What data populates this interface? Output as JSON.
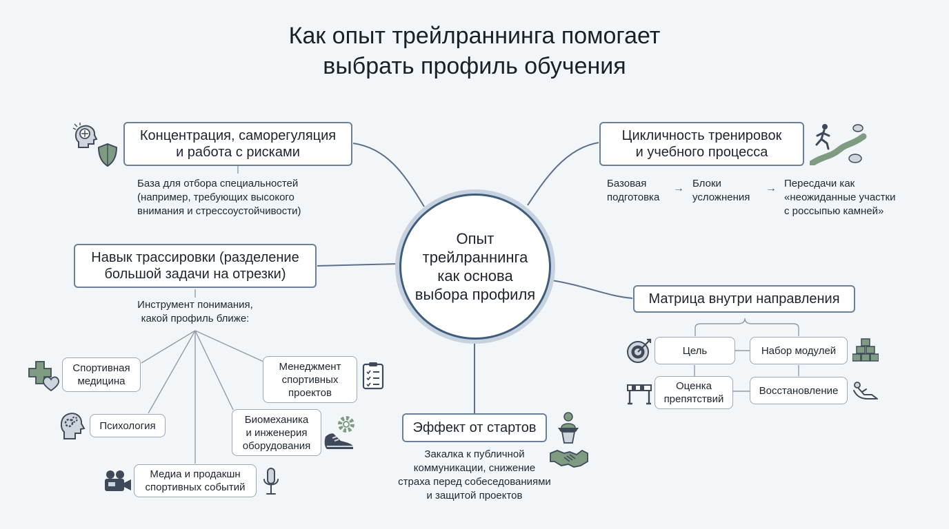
{
  "title": {
    "line1": "Как опыт трейлраннинга помогает",
    "line2": "выбрать профиль обучения"
  },
  "center": {
    "lines": [
      "Опыт",
      "трейлраннинга",
      "как основа",
      "выбора профиля"
    ]
  },
  "concentration": {
    "lines": [
      "Концентрация, саморегуляция",
      "и работа с рисками"
    ],
    "note": [
      "База для отбора специальностей",
      "(например, требующих высокого",
      "внимания и стрессоустойчивости)"
    ]
  },
  "tracing": {
    "lines": [
      "Навык трассировки (разделение",
      "большой задачи на отрезки)"
    ],
    "note": [
      "Инструмент понимания,",
      "какой профиль ближе:"
    ],
    "children": {
      "sport_medicine": [
        "Спортивная",
        "медицина"
      ],
      "psychology": [
        "Психология"
      ],
      "media": [
        "Медиа и продакшн",
        "спортивных событий"
      ],
      "biomechanics": [
        "Биомеханика",
        "и инженерия",
        "оборудования"
      ],
      "management": [
        "Менеджмент",
        "спортивных",
        "проектов"
      ]
    }
  },
  "cyclicity": {
    "lines": [
      "Цикличность тренировок",
      "и учебного процесса"
    ],
    "steps": {
      "base": [
        "Базовая",
        "подготовка"
      ],
      "blocks": [
        "Блоки",
        "усложнения"
      ],
      "retakes": [
        "Пересдачи как",
        "«неожиданные участки",
        "с россыпью камней»"
      ]
    },
    "arrow": "→"
  },
  "matrix": {
    "lines": [
      "Матрица внутри направления"
    ],
    "cells": {
      "goal": [
        "Цель"
      ],
      "modules": [
        "Набор модулей"
      ],
      "obstacles": [
        "Оценка",
        "препятствий"
      ],
      "recovery": [
        "Восстановление"
      ]
    }
  },
  "starts": {
    "lines": [
      "Эффект от стартов"
    ],
    "note": [
      "Закалка к публичной",
      "коммуникации, снижение",
      "страха перед собеседованиями",
      "и защитой проектов"
    ]
  },
  "colors": {
    "box_border": "#6b7f96",
    "connector": "#5b7089",
    "icon_dark": "#3e4a59",
    "icon_green": "#7f9c83"
  },
  "icons": [
    "brain-head-icon",
    "shield-icon",
    "runner-trail-icon",
    "medical-cross-heart-icon",
    "head-gears-icon",
    "video-camera-icon",
    "microphone-icon",
    "sneaker-gear-icon",
    "clipboard-checklist-icon",
    "speaker-podium-icon",
    "handshake-icon",
    "target-icon",
    "blocks-stack-icon",
    "hurdle-icon",
    "reclining-person-icon"
  ]
}
